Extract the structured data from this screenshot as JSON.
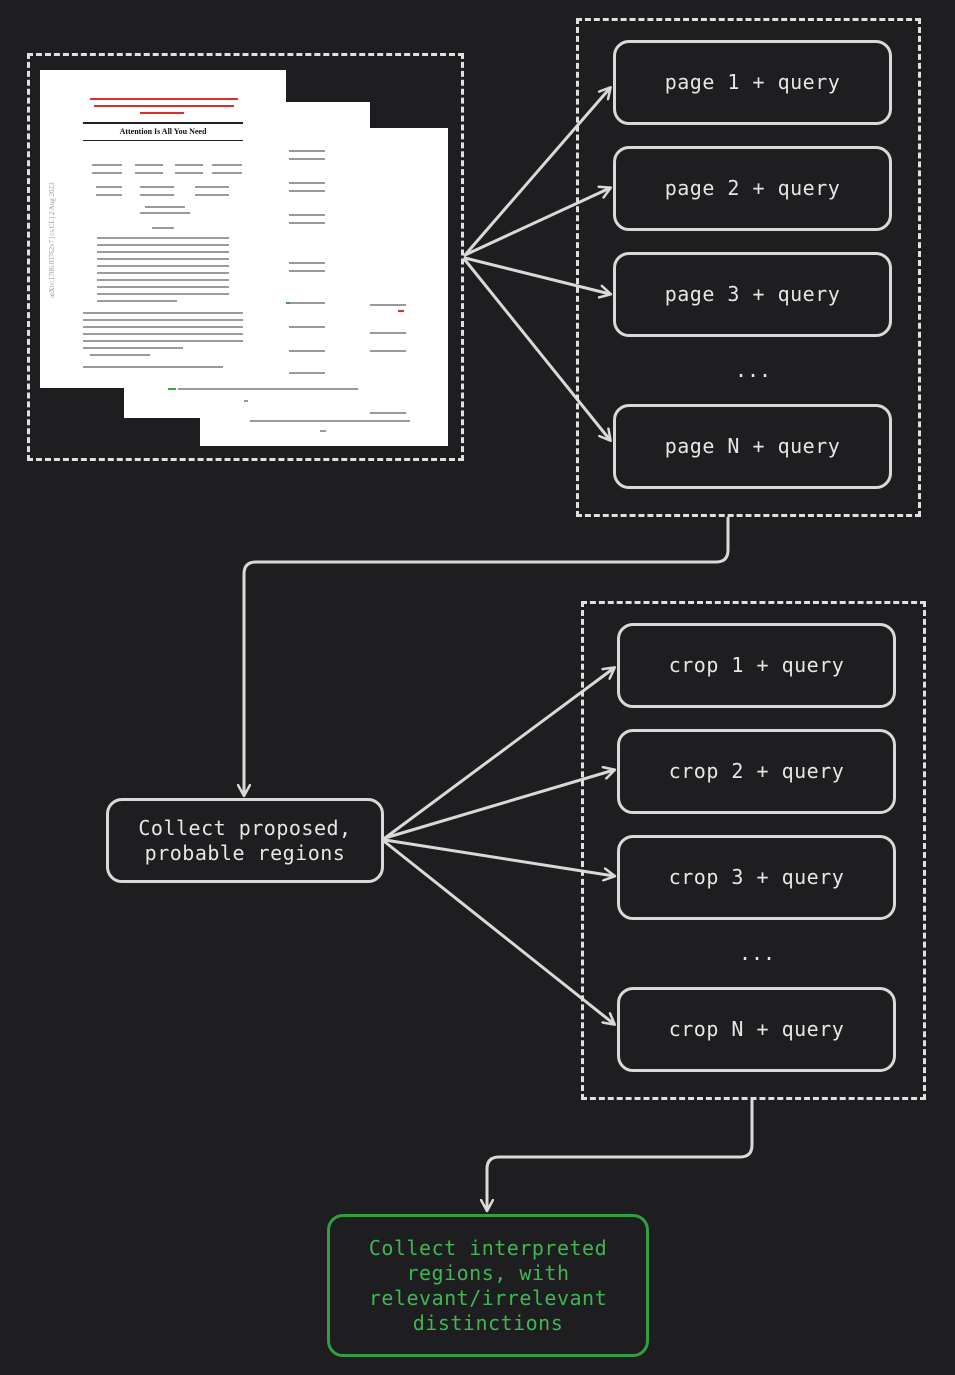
{
  "paper": {
    "title": "Attention Is All You Need",
    "side_label": "arXiv:1706.03762v7 [cs.CL] 2 Aug 2023"
  },
  "pages": {
    "items": [
      "page 1 + query",
      "page 2 + query",
      "page 3 + query",
      "page N + query"
    ],
    "ellipsis": "..."
  },
  "collect_proposed": "Collect proposed, probable regions",
  "crops": {
    "items": [
      "crop 1 + query",
      "crop 2 + query",
      "crop 3 + query",
      "crop N + query"
    ],
    "ellipsis": "..."
  },
  "collect_interpreted": "Collect interpreted regions, with relevant/irrelevant distinctions",
  "colors": {
    "background": "#1e1e20",
    "stroke": "#d9d9d9",
    "final_node": "#2f9e44"
  }
}
